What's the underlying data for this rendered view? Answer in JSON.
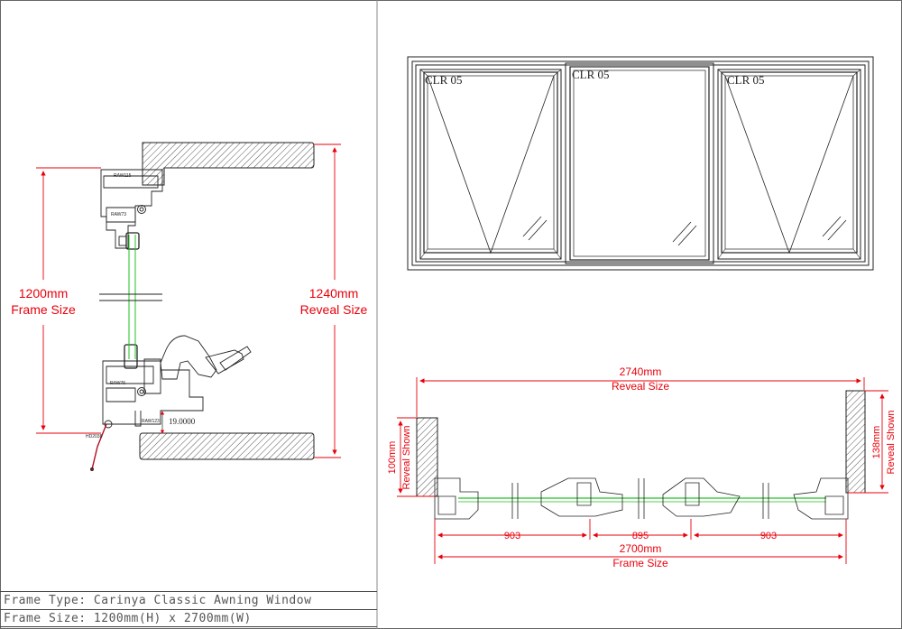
{
  "section_view": {
    "frame_label_value": "1200mm",
    "frame_label_text": "Frame Size",
    "reveal_label_value": "1240mm",
    "reveal_label_text": "Reveal Size",
    "profile_codes": [
      "RAW115",
      "RAW73",
      "RAW76",
      "RAW123",
      "HD2038"
    ],
    "sill_dimension": "19.0000"
  },
  "elevation": {
    "panels": [
      "CLR 05",
      "CLR 05",
      "CLR 05"
    ]
  },
  "plan_view": {
    "reveal_width_value": "2740mm",
    "reveal_width_text": "Reveal Size",
    "left_reveal_value": "100mm",
    "left_reveal_text": "Reveal Shown",
    "right_reveal_value": "138mm",
    "right_reveal_text": "Reveal Shown",
    "segments": [
      "903",
      "895",
      "903"
    ],
    "frame_width_value": "2700mm",
    "frame_width_text": "Frame Size"
  },
  "title_block": {
    "frame_type": "Frame Type: Carinya Classic Awning Window",
    "frame_size": "Frame Size: 1200mm(H) x 2700mm(W)"
  },
  "colors": {
    "dimension": "#e8000b",
    "glass": "#20c020",
    "line": "#222222"
  }
}
